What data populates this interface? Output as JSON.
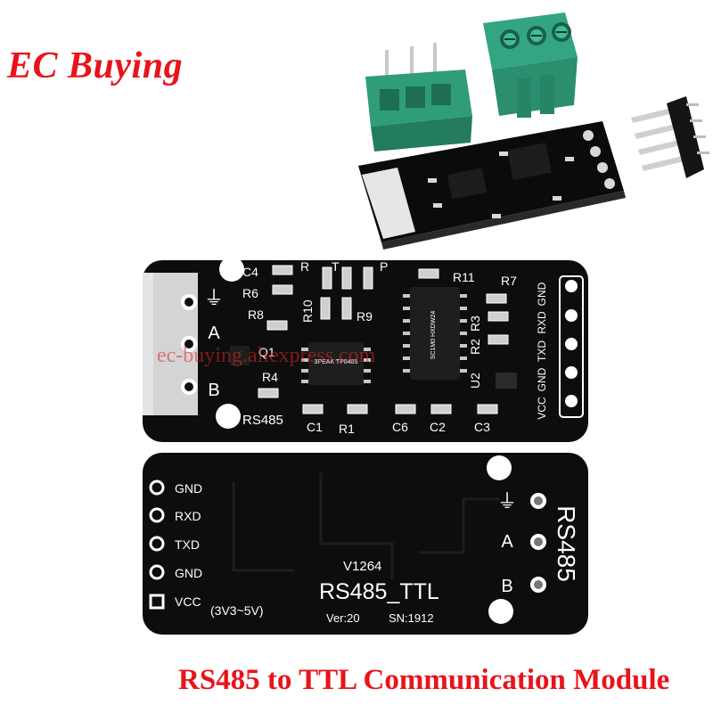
{
  "brand": {
    "name": "EC Buying"
  },
  "watermark": {
    "text": "ec-buying.aliexpress.com"
  },
  "caption": {
    "text": "RS485 to TTL Communication Module"
  },
  "front_board": {
    "ground_symbol": "⏚",
    "left_labels": [
      "A",
      "B"
    ],
    "right_pins": [
      "GND",
      "RXD",
      "TXD",
      "GND",
      "VCC"
    ],
    "title": "RS485",
    "components": {
      "c4": "C4",
      "r6": "R6",
      "r8": "R8",
      "q1": "Q1",
      "r4": "R4",
      "r10": "R10",
      "r9": "R9",
      "r11": "R11",
      "r7": "R7",
      "r3": "R3",
      "r2": "R2",
      "u2": "U2",
      "c1": "C1",
      "r1": "R1",
      "c6": "C6",
      "c2": "C2",
      "c3": "C3",
      "r": "R",
      "t": "T",
      "p": "P"
    },
    "chip_u1_marking": "3PEAK TP8485",
    "chip_u2_marking": "SC1M0 HXDW24"
  },
  "back_board": {
    "pins": [
      "GND",
      "RXD",
      "TXD",
      "GND",
      "VCC"
    ],
    "voltage": "(3V3~5V)",
    "model": "V1264",
    "name": "RS485_TTL",
    "version": "Ver:20",
    "serial": "SN:1912",
    "side_title": "RS485",
    "side_labels": [
      "A",
      "B"
    ],
    "ground_symbol": "⏚"
  },
  "colors": {
    "brand": "#e8141b",
    "pcb": "#0d0d0d",
    "terminal": "#2e9e7c",
    "silkscreen": "#ffffff"
  }
}
